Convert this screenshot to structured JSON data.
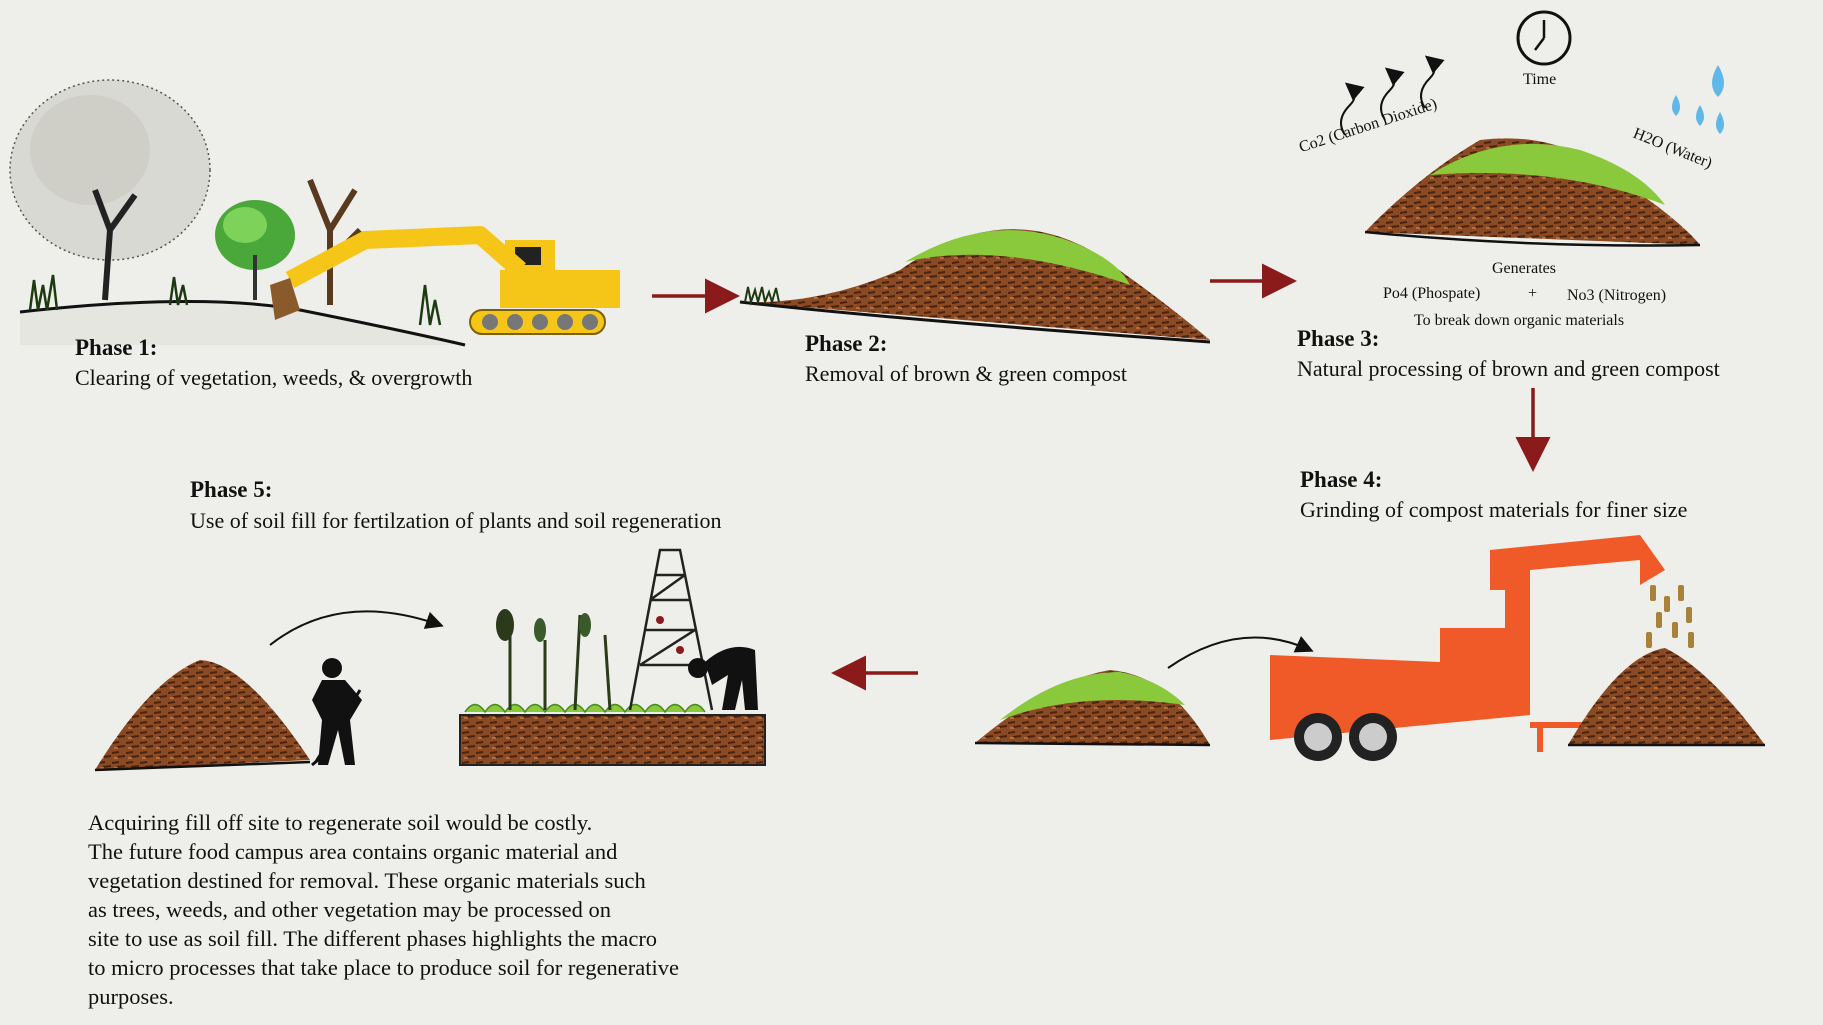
{
  "phases": [
    {
      "title": "Phase 1:",
      "description": "Clearing of vegetation, weeds, & overgrowth"
    },
    {
      "title": "Phase 2:",
      "description": "Removal of brown & green compost"
    },
    {
      "title": "Phase 3:",
      "description": "Natural processing of brown and green compost"
    },
    {
      "title": "Phase 4:",
      "description": "Grinding of compost materials for finer size"
    },
    {
      "title": "Phase 5:",
      "description": "Use of soil fill for fertilzation of plants and soil regeneration"
    }
  ],
  "phase3_labels": {
    "time": "Time",
    "co2": "Co2 (Carbon Dioxide)",
    "h2o": "H2O (Water)",
    "generates": "Generates",
    "po4": "Po4 (Phospate)",
    "plus": "+",
    "no3": "No3 (Nitrogen)",
    "purpose": "To break down organic materials"
  },
  "paragraph": [
    "Acquiring fill off site to regenerate soil would be costly.",
    "The future food campus area contains organic material and",
    "vegetation destined for removal. These organic materials such",
    "as trees, weeds, and other vegetation may be processed on",
    "site to use as soil fill. The different phases highlights the macro",
    "to micro processes that take place to produce soil for regenerative",
    "purposes."
  ],
  "colors": {
    "background": "#eeeeea",
    "arrow": "#8b1a1a",
    "excavator": "#f5c518",
    "grinder": "#f05a28",
    "soil": "#7a3f1e",
    "compost_green": "#8ac83c",
    "water": "#5fb8e8"
  },
  "icons": [
    "excavator-icon",
    "clock-icon",
    "water-drops-icon",
    "grinder-truck-icon",
    "worker-shovel-icon",
    "worker-gardening-icon",
    "raised-garden-bed-icon",
    "trellis-icon"
  ]
}
